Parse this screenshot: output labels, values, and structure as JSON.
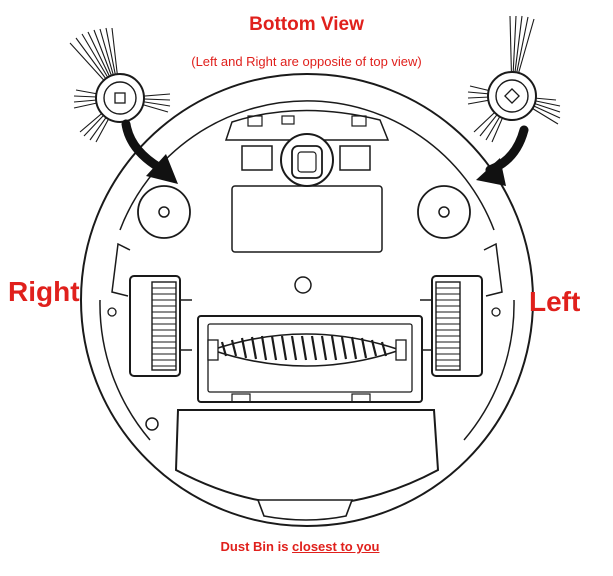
{
  "diagram": {
    "title": "Bottom View",
    "subtitle": "(Left and Right are opposite of top view)",
    "right_label": "Right",
    "left_label": "Left",
    "footer": {
      "prefix": "Dust Bin is ",
      "emphasis": "closest to you"
    }
  },
  "colors": {
    "label_red": "#e0201c",
    "line": "#1a1a1a",
    "background": "#ffffff"
  },
  "icons": {
    "side_brush": "side-brush-icon",
    "arrow": "curved-arrow-icon"
  }
}
